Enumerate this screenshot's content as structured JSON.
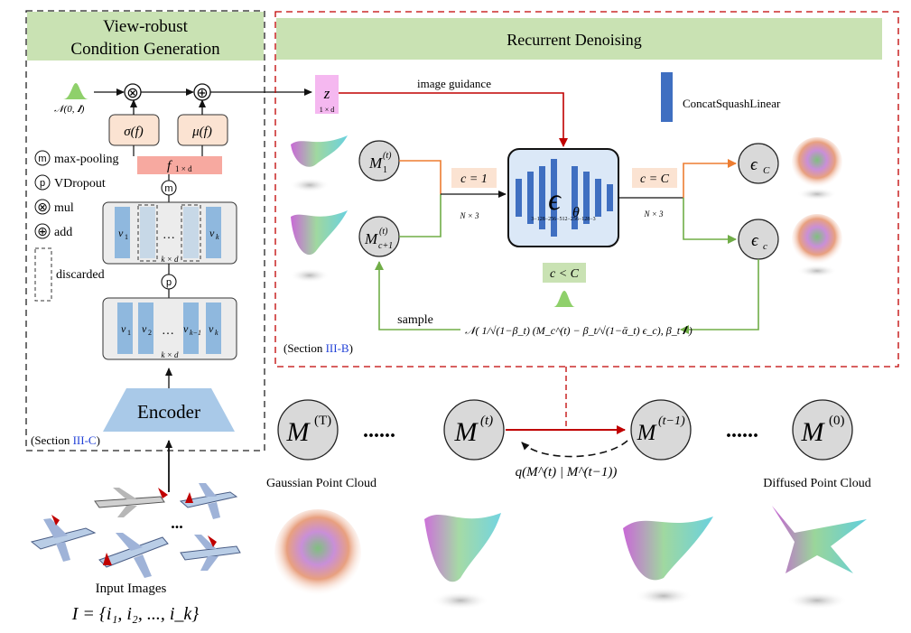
{
  "left_panel": {
    "title_line1": "View-robust",
    "title_line2": "Condition Generation",
    "section_prefix": "(Section ",
    "section_ref": "III-C",
    "section_suffix": ")",
    "gaussian_label": "𝒩(0, 𝑰)",
    "sigma_label": "σ(f)",
    "mu_label": "μ(f)",
    "f_label": "f",
    "f_sub": "1 × d",
    "mul_symbol": "⊗",
    "add_symbol": "⊕",
    "legend": [
      {
        "symbol": "m",
        "label": "max-pooling"
      },
      {
        "symbol": "p",
        "label": "VDropout"
      },
      {
        "symbol": "⊗",
        "label": "mul"
      },
      {
        "symbol": "⊕",
        "label": "add"
      },
      {
        "symbol": "",
        "label": "discarded"
      }
    ],
    "vec_v1": "v",
    "vec_v1_sub": "1",
    "vec_v2_sub": "2",
    "vec_vk_sub": "k",
    "vec_vk1_sub": "k−1",
    "dots": "…",
    "kxd": "k × d",
    "m_node": "m",
    "p_node": "p",
    "encoder_label": "Encoder"
  },
  "right_panel": {
    "title": "Recurrent Denoising",
    "section_prefix": "(Section ",
    "section_ref": "III-B",
    "section_suffix": ")",
    "z_label": "z",
    "z_sub": "1 × d",
    "image_guidance": "image guidance",
    "legend_label": "ConcatSquashLinear",
    "m1_label": "M",
    "m1_sub": "1",
    "m1_sup": "(t)",
    "mc1_sub": "c+1",
    "c_eq_1": "c = 1",
    "c_eq_C": "c = C",
    "c_lt_C": "c < C",
    "nx3_left": "N × 3",
    "nx3_right": "N × 3",
    "eps_theta": "ϵ",
    "eps_theta_sub": "θ",
    "dims": "3−128−256−512−256−128−3",
    "eps_C": "ϵ",
    "eps_C_sub": "C",
    "eps_c_sub": "c",
    "sample_label": "sample",
    "sample_formula": "𝒩( 1/√(1−β_t) (M_c^(t) − β_t/√(1−ᾱ_t) ϵ_c), β_t 𝑰 )"
  },
  "diffusion": {
    "mT": "M",
    "mT_sup": "(T)",
    "mt_sup": "(t)",
    "mt1_sup": "(t−1)",
    "m0_sup": "(0)",
    "dots": "......",
    "q_label": "q(M^(t) | M^(t−1))",
    "gaussian_pc": "Gaussian Point Cloud",
    "diffused_pc": "Diffused Point Cloud"
  },
  "inputs": {
    "label": "Input Images",
    "formula": "I = {i₁, i₂, ..., i_k}",
    "dots": "..."
  },
  "colors": {
    "green_header": "#c9e2b3",
    "orange_box": "#fbe3d2",
    "pink_f": "#f7a9a0",
    "blue_bar": "#8fb8de",
    "dark_blue": "#3f6fc1",
    "unet_bg": "#dbe8f7",
    "gray_box": "#ececec",
    "circle_gray": "#d9d9d9",
    "red": "#c00000",
    "orange": "#ed7d31",
    "green": "#70ad47",
    "encoder": "#a9c9e8",
    "z_pink": "#f5b8f0"
  }
}
